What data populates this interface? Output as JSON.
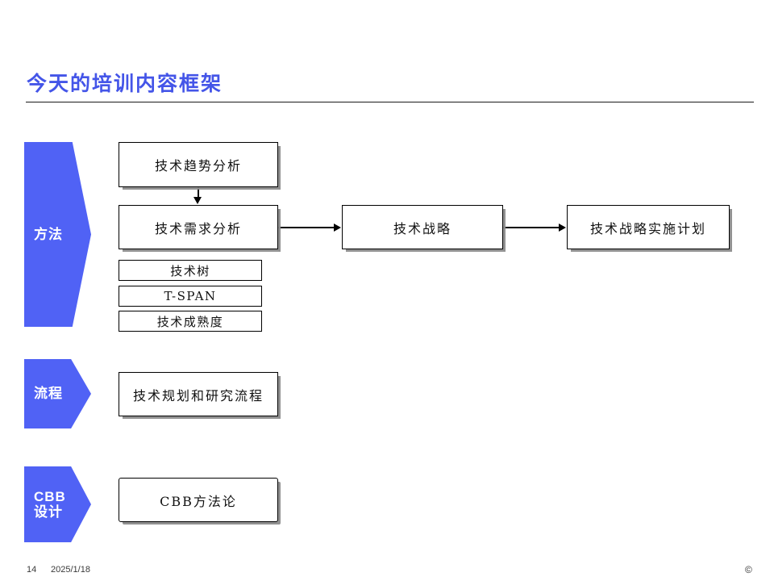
{
  "slide": {
    "title": "今天的培训内容框架",
    "accent_color": "#5062F5",
    "title_color": "#4455E8"
  },
  "bands": [
    {
      "id": "method",
      "label": "方法"
    },
    {
      "id": "process",
      "label": "流程"
    },
    {
      "id": "cbb",
      "label_line1": "CBB",
      "label_line2": "设计"
    }
  ],
  "boxes": {
    "trend": "技术趋势分析",
    "demand": "技术需求分析",
    "tree": "技术树",
    "tspan": "T-SPAN",
    "maturity": "技术成熟度",
    "strategy": "技术战略",
    "plan": "技术战略实施计划",
    "process_flow": "技术规划和研究流程",
    "cbb_method": "CBB方法论"
  },
  "connectors": [
    {
      "from": "trend",
      "to": "demand",
      "direction": "down"
    },
    {
      "from": "demand",
      "to": "strategy",
      "direction": "right"
    },
    {
      "from": "strategy",
      "to": "plan",
      "direction": "right"
    }
  ],
  "footer": {
    "page_number": "14",
    "date": "2025/1/18",
    "copyright": "©"
  }
}
